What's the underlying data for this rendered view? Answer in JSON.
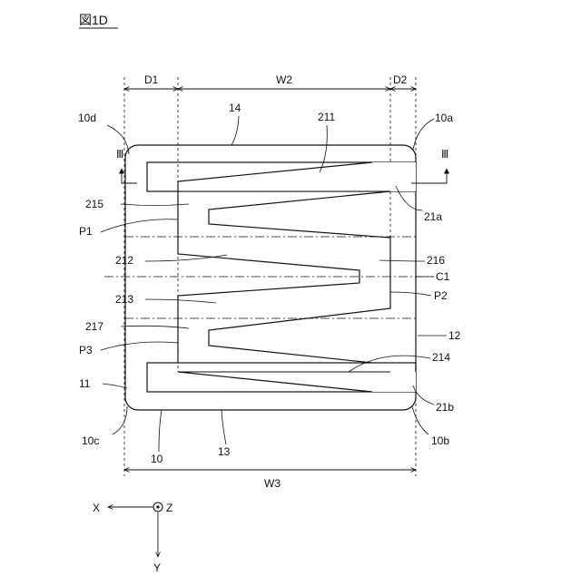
{
  "figure": {
    "title": "図1D",
    "dimensions": {
      "d1": "D1",
      "w2": "W2",
      "d2": "D2",
      "w3": "W3"
    },
    "section_marks": {
      "left": "Ⅲ",
      "right": "Ⅲ"
    },
    "labels": {
      "l14": "14",
      "l211": "211",
      "l10d": "10d",
      "l10a": "10a",
      "l215": "215",
      "l21a": "21a",
      "lP1": "P1",
      "l212": "212",
      "l216": "216",
      "lC1": "C1",
      "l213": "213",
      "lP2": "P2",
      "l217": "217",
      "l12": "12",
      "lP3": "P3",
      "l214": "214",
      "l11": "11",
      "l21b": "21b",
      "l10c": "10c",
      "l10b": "10b",
      "l10": "10",
      "l13": "13"
    },
    "axes": {
      "x": "X",
      "z": "Z",
      "y": "Y"
    }
  }
}
